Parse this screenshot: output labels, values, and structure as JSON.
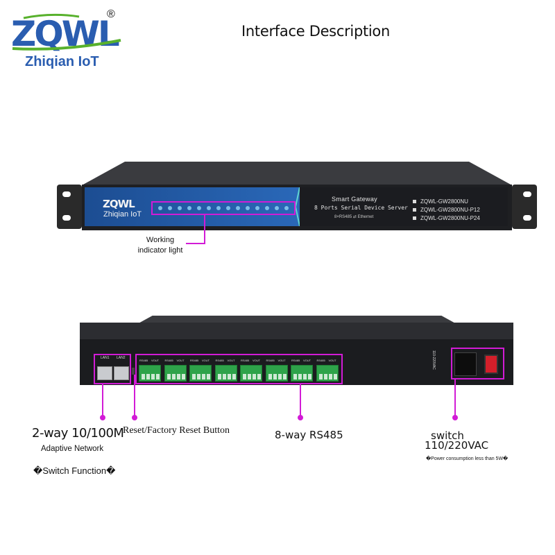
{
  "header": {
    "brand": "ZQWL",
    "registered_mark": "®",
    "brand_subtitle": "Zhiqian IoT",
    "title": "Interface Description"
  },
  "front_panel": {
    "brand": "ZQWL",
    "brand_subtitle": "Zhiqian IoT",
    "product_title": "Smart Gateway",
    "product_subtitle": "8 Ports Serial Device Server",
    "product_small": "8×RS485 ⇄ Ethernet",
    "models": [
      "ZQWL-GW2800NU",
      "ZQWL-GW2800NU-P12",
      "ZQWL-GW2800NU-P24"
    ],
    "led_count": 14,
    "indicator_label": "Working indicator light"
  },
  "rear_panel": {
    "lan_labels": [
      "LAN1",
      "LAN2"
    ],
    "rs485_block_tags": [
      "RS485",
      "VOUT"
    ],
    "rs485_block_count": 8,
    "vac_side_label": "110-220VAC"
  },
  "labels": {
    "lan_title": "2-way 10/100M",
    "lan_desc": "Adaptive Network",
    "lan_func": "�Switch Function�",
    "reset": "Reset/Factory Reset Button",
    "rs485": "8-way RS485",
    "switch": "switch",
    "vac": "110/220VAC",
    "power_note": "�Power consumption less than 5W�"
  },
  "colors": {
    "callout": "#d21bd6",
    "brand_blue": "#2a5db0",
    "brand_green": "#58b12c",
    "terminal_green": "#2ea34a",
    "power_switch": "#d31f2a"
  }
}
